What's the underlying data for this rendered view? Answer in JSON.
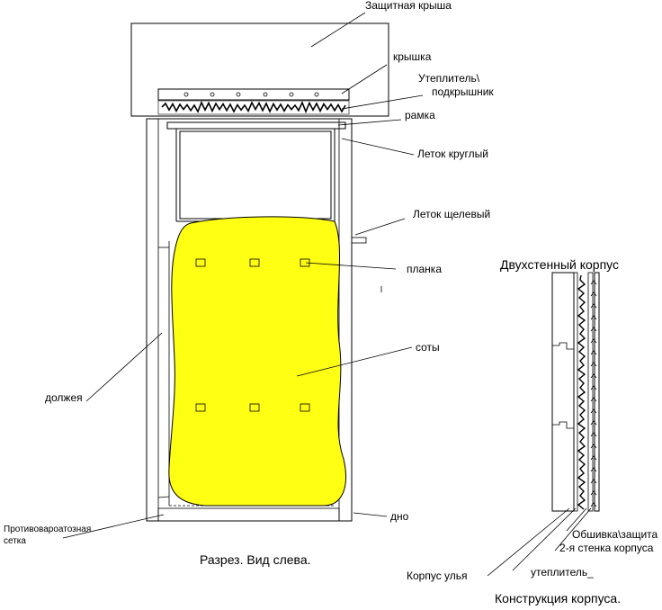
{
  "labels": {
    "roof": "Защитная крыша",
    "lid": "крышка",
    "insulation_line1": "Утеплитель\\",
    "insulation_line2": "подкрышник",
    "frame": "рамка",
    "round_entrance": "Леток круглый",
    "slot_entrance": "Леток щелевый",
    "plank": "планка",
    "comb": "соты",
    "chisel": "должея",
    "bottom": "дно",
    "mesh_line1": "Противовароатозная",
    "mesh_line2": "сетка",
    "section_title": "Разрез. Вид слева.",
    "double_wall_title": "Двухстенный корпус",
    "cladding": "Обшивка\\защита",
    "second_wall": "2-я стенка корпуса",
    "hive_body": "Корпус улья",
    "insulation_small": "утеплитель_",
    "construction_title": "Конструкция корпуса."
  },
  "colors": {
    "frame_fill": "#ffb90f",
    "comb_fill": "#ffff14",
    "outline": "#000000",
    "hatch": "#9a9a9a"
  }
}
